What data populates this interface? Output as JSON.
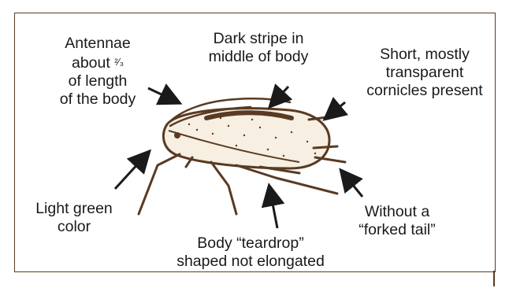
{
  "labels": {
    "antennae": {
      "line1": "Antennae",
      "line2_pre": "about ",
      "fraction": "²⁄₃",
      "line3": "of length",
      "line4": "of the body"
    },
    "stripe": {
      "line1": "Dark stripe in",
      "line2": "middle of body"
    },
    "cornicles": {
      "line1": "Short, mostly",
      "line2": "transparent",
      "line3": "cornicles present"
    },
    "color": {
      "line1": "Light green",
      "line2": "color"
    },
    "teardrop": {
      "line1": "Body “teardrop”",
      "line2": "shaped not elongated"
    },
    "tail": {
      "line1": "Without a",
      "line2": "“forked tail”"
    }
  },
  "colors": {
    "ink": "#5a3a22",
    "text": "#1a1a1a",
    "body_fill": "#f6efe2"
  }
}
